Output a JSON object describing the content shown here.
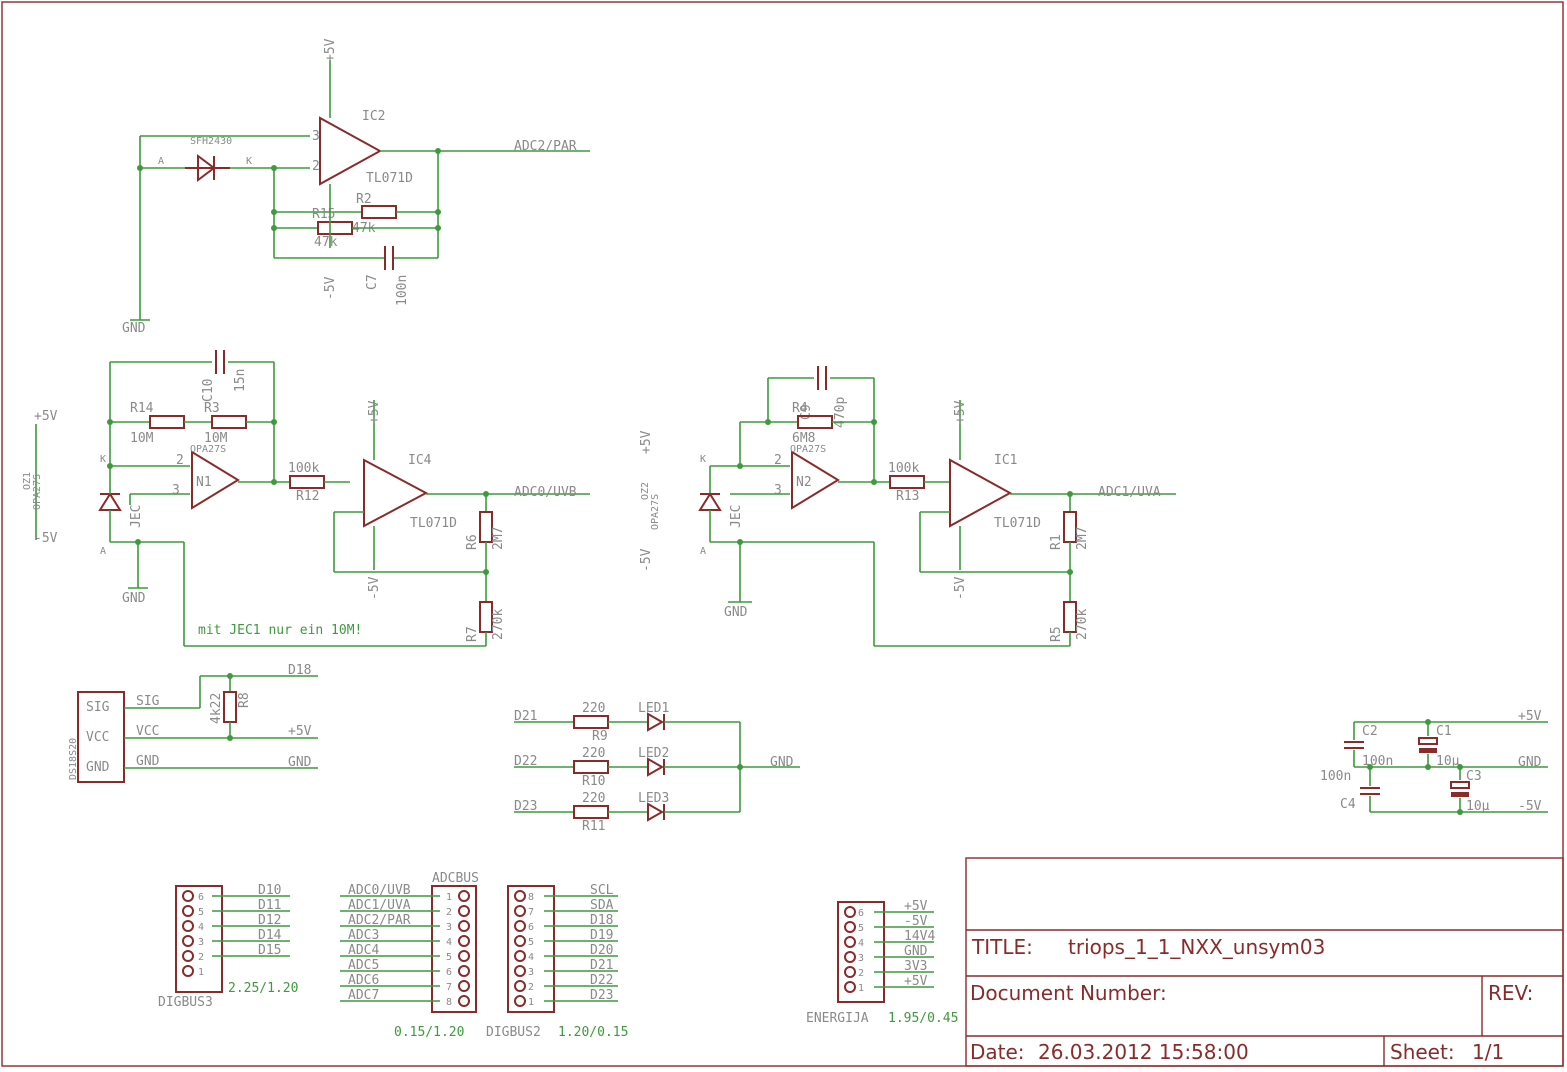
{
  "title_block": {
    "title_label": "TITLE:",
    "title": "triops_1_1_NXX_unsym03",
    "doc_label": "Document Number:",
    "rev_label": "REV:",
    "date_label": "Date:",
    "date": "26.03.2012 15:58:00",
    "sheet_label": "Sheet:",
    "sheet": "1/1"
  },
  "ic2": {
    "name": "IC2",
    "value": "TL071D",
    "net_out": "ADC2/PAR",
    "vp": "+5V",
    "vn": "-5V",
    "gnd": "GND",
    "diode": "SFH2430",
    "r15": "R15",
    "r15v": "47k",
    "r2": "R2",
    "r2v": "47k",
    "c7": "C7",
    "c7v": "100n"
  },
  "left": {
    "c10": "C10",
    "c10v": "15n",
    "r14": "R14",
    "r14v": "10M",
    "r3": "R3",
    "r3v": "10M",
    "n1": "N1",
    "n1v": "OPA27S",
    "oz": "OZ1",
    "ozv": "OPA27S",
    "vp": "+5V",
    "vn": "-5V",
    "r12": "R12",
    "r12v": "100k",
    "ic4": "IC4",
    "ic4v": "TL071D",
    "net": "ADC0/UVB",
    "r6": "R6",
    "r6v": "2M7",
    "r7": "R7",
    "r7v": "270k",
    "gnd": "GND",
    "jec": "JEC",
    "note": "mit JEC1 nur ein 10M!"
  },
  "right": {
    "c9": "C9",
    "c9v": "470p",
    "r4": "R4",
    "r4v": "6M8",
    "n2": "N2",
    "n2v": "OPA27S",
    "oz": "OZ2",
    "ozv": "OPA27S",
    "vp": "+5V",
    "vn": "-5V",
    "r13": "R13",
    "r13v": "100k",
    "ic1": "IC1",
    "ic1v": "TL071D",
    "net": "ADC1/UVA",
    "r1": "R1",
    "r1v": "2M7",
    "r5": "R5",
    "r5v": "270k",
    "gnd": "GND",
    "jec": "JEC"
  },
  "ds": {
    "name": "DS18S20",
    "pins": [
      "SIG",
      "VCC",
      "GND"
    ],
    "nets": [
      "SIG",
      "VCC",
      "GND"
    ],
    "r8": "R8",
    "r8v": "4k22",
    "d18": "D18",
    "vcc": "+5V",
    "gnd": "GND"
  },
  "leds": {
    "nets": [
      "D21",
      "D22",
      "D23"
    ],
    "rv": [
      "220",
      "220",
      "220"
    ],
    "rn": [
      "R9",
      "R10",
      "R11"
    ],
    "ln": [
      "LED1",
      "LED2",
      "LED3"
    ],
    "gnd": "GND"
  },
  "caps": {
    "c2": "C2",
    "c2v": "100n",
    "c1": "C1",
    "c1v": "10µ",
    "c3": "C3",
    "c3v": "10µ",
    "c4": "C4",
    "c4v": "100n",
    "p5": "+5V",
    "gnd": "GND",
    "m5": "-5V"
  },
  "digbus3": {
    "name": "DIGBUS3",
    "pos": "2.25/1.20",
    "pins": [
      "6",
      "5",
      "4",
      "3",
      "2",
      "1"
    ],
    "nets": [
      "D10",
      "D11",
      "D12",
      "D14",
      "D15"
    ]
  },
  "adcbus": {
    "name": "ADCBUS",
    "pos": "0.15/1.20",
    "pins": [
      "1",
      "2",
      "3",
      "4",
      "5",
      "6",
      "7",
      "8"
    ],
    "nets": [
      "ADC0/UVB",
      "ADC1/UVA",
      "ADC2/PAR",
      "ADC3",
      "ADC4",
      "ADC5",
      "ADC6",
      "ADC7"
    ]
  },
  "digbus2": {
    "name": "DIGBUS2",
    "pos": "1.20/0.15",
    "pins": [
      "8",
      "7",
      "6",
      "5",
      "4",
      "3",
      "2",
      "1"
    ],
    "nets": [
      "SCL",
      "SDA",
      "D18",
      "D19",
      "D20",
      "D21",
      "D22",
      "D23"
    ]
  },
  "energija": {
    "name": "ENERGIJA",
    "pos": "1.95/0.45",
    "pins": [
      "6",
      "5",
      "4",
      "3",
      "2",
      "1"
    ],
    "nets": [
      "+5V",
      "-5V",
      "14V4",
      "GND",
      "3V3",
      "+5V"
    ]
  }
}
